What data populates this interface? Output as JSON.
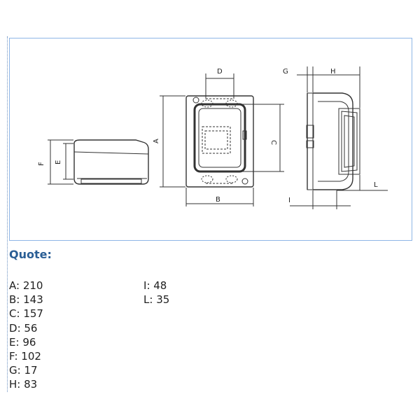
{
  "drawing": {
    "labels": {
      "A": "A",
      "B": "B",
      "C": "C",
      "D": "D",
      "E": "E",
      "F": "F",
      "G": "G",
      "H": "H",
      "I": "I",
      "L": "L"
    }
  },
  "quote": {
    "heading": "Quote:",
    "column1": [
      {
        "key": "A",
        "value": "210"
      },
      {
        "key": "B",
        "value": "143"
      },
      {
        "key": "C",
        "value": "157"
      },
      {
        "key": "D",
        "value": "56"
      },
      {
        "key": "E",
        "value": "96"
      },
      {
        "key": "F",
        "value": "102"
      },
      {
        "key": "G",
        "value": "17"
      },
      {
        "key": "H",
        "value": "83"
      }
    ],
    "column2": [
      {
        "key": "I",
        "value": "48"
      },
      {
        "key": "L",
        "value": "35"
      }
    ]
  },
  "colors": {
    "frame_border": "#8fb6e6",
    "heading": "#2a5e95",
    "text": "#222222",
    "line": "#333333"
  }
}
